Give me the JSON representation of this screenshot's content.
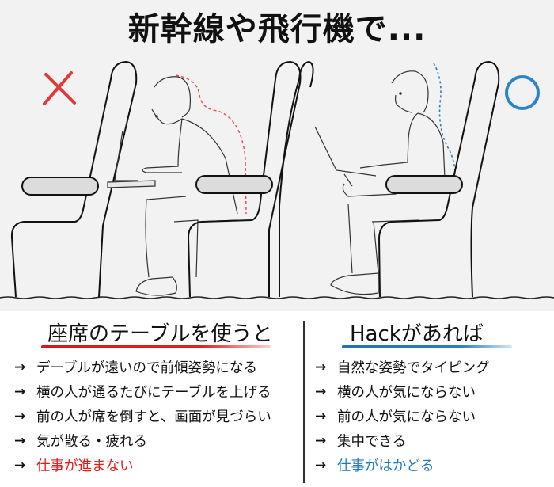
{
  "title": "新幹線や飛行機で...",
  "colors": {
    "bad_accent": "#e81818",
    "good_accent": "#1f77c0",
    "top_background": "#f2f2f2"
  },
  "illustration": {
    "left_panel": {
      "mark": "cross-mark",
      "mark_color": "#e03a3a",
      "description": "hunched posture using seat-back table"
    },
    "right_panel": {
      "mark": "circle-mark",
      "mark_color": "#2a86c8",
      "description": "upright posture with laptop on lap support"
    }
  },
  "left_column": {
    "heading": "座席のテーブルを使うと",
    "arrow": "→",
    "items": [
      {
        "text": "デーブルが遠いので前傾姿勢になる",
        "highlight": false
      },
      {
        "text": "横の人が通るたびにテーブルを上げる",
        "highlight": false
      },
      {
        "text": "前の人が席を倒すと、画面が見づらい",
        "highlight": false
      },
      {
        "text": "気が散る・疲れる",
        "highlight": false
      },
      {
        "text": "仕事が進まない",
        "highlight": true
      }
    ]
  },
  "right_column": {
    "heading": "Hackがあれば",
    "arrow": "→",
    "items": [
      {
        "text": "自然な姿勢でタイピング",
        "highlight": false
      },
      {
        "text": "横の人が気にならない",
        "highlight": false
      },
      {
        "text": "前の人が気にならない",
        "highlight": false
      },
      {
        "text": "集中できる",
        "highlight": false
      },
      {
        "text": "仕事がはかどる",
        "highlight": true
      }
    ]
  }
}
